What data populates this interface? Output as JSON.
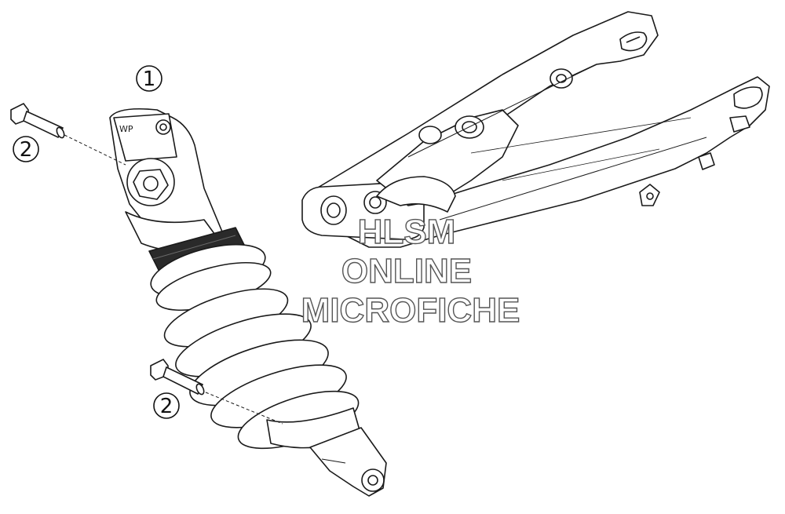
{
  "callouts": [
    {
      "id": "1",
      "label": "1"
    },
    {
      "id": "2a",
      "label": "2"
    },
    {
      "id": "2b",
      "label": "2"
    }
  ],
  "watermark": {
    "line1": "HLSM",
    "line2": "ONLINE",
    "line3": "MICROFICHE"
  },
  "shock_logo_text": "WP",
  "colors": {
    "line": "#1a1a1a",
    "spring_dark": "#2a2a2a",
    "paper": "#ffffff"
  }
}
